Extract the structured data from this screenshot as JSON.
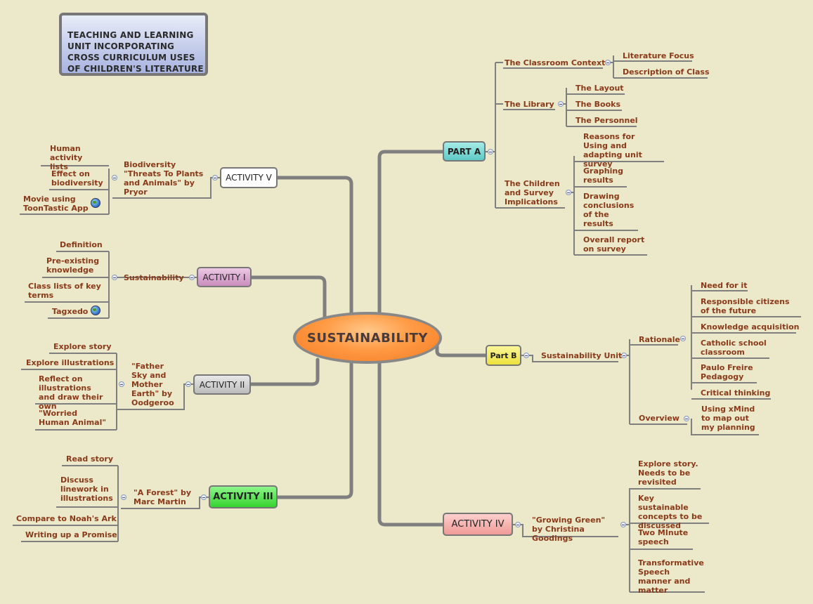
{
  "title": "TEACHING AND LEARNING UNIT INCORPORATING CROSS CURRICULUM USES OF CHILDREN'S LITERATURE",
  "central": "SUSTAINABILITY",
  "part_a": {
    "label": "PART A",
    "classroom_context": {
      "label": "The Classroom Context",
      "items": [
        "Literature Focus",
        "Description of Class"
      ]
    },
    "library": {
      "label": "The Library",
      "items": [
        "The Layout",
        "The Books",
        "The Personnel"
      ]
    },
    "children": {
      "label": "The Children and Survey Implications",
      "items": [
        "Reasons for Using and adapting unit survey",
        "Graphing results",
        "Drawing conclusions of the results",
        "Overall report on survey"
      ]
    }
  },
  "part_b": {
    "label": "Part B",
    "sub": "Sustainability Unit",
    "rationale": {
      "label": "Rationale",
      "items": [
        "Need for it",
        "Responsible citizens of the future",
        "Knowledge acquisition",
        "Catholic school classroom",
        "Paulo Freire Pedagogy",
        "Critical thinking"
      ]
    },
    "overview": {
      "label": "Overview",
      "items": [
        "Using xMind to map out my planning"
      ]
    }
  },
  "activity_iv": {
    "label": "ACTIVITY IV",
    "sub": "\"Growing Green\" by Christina Goodings",
    "items": [
      "Explore story. Needs to be revisited",
      "Key sustainable concepts to be discussed",
      "Two MInute speech",
      "Transformative Speech manner and matter"
    ]
  },
  "activity_v": {
    "label": "ACTIVITY V",
    "sub": "Biodiversity \"Threats To Plants and Animals\" by Pryor",
    "items": [
      "Human activity lists",
      "Effect on biodiversity",
      "Movie using ToonTastic App"
    ]
  },
  "activity_i": {
    "label": "ACTIVITY I",
    "sub": "Sustainability",
    "items": [
      "Definition",
      "Pre-existing knowledge",
      "Class lists of key terms",
      "Tagxedo"
    ]
  },
  "activity_ii": {
    "label": "ACTIVITY II",
    "sub": "\"Father Sky and Mother Earth\" by Oodgeroo",
    "items": [
      "Explore story",
      "Explore illustrations",
      "Reflect on illustrations and draw their own",
      "\"Worried Human Animal\""
    ]
  },
  "activity_iii": {
    "label": "ACTIVITY III",
    "sub": "\"A Forest\" by Marc Martin",
    "items": [
      "Read story",
      "Discuss linework in illustrations",
      "Compare to Noah's Ark",
      "Writing up a Promise"
    ]
  },
  "colors": {
    "background": "#ebe9c9",
    "leaf_text": "#8a3a1a",
    "connector": "#7f7f7f",
    "central": "#ff9a44",
    "part_a": "#7fd6d2",
    "part_b": "#f5ee5a",
    "activity_iv": "#f6b0ad",
    "activity_v": "#ffffff",
    "activity_i": "#d9a9cf",
    "activity_ii": "#d0d0d0",
    "activity_iii": "#5de85a"
  }
}
